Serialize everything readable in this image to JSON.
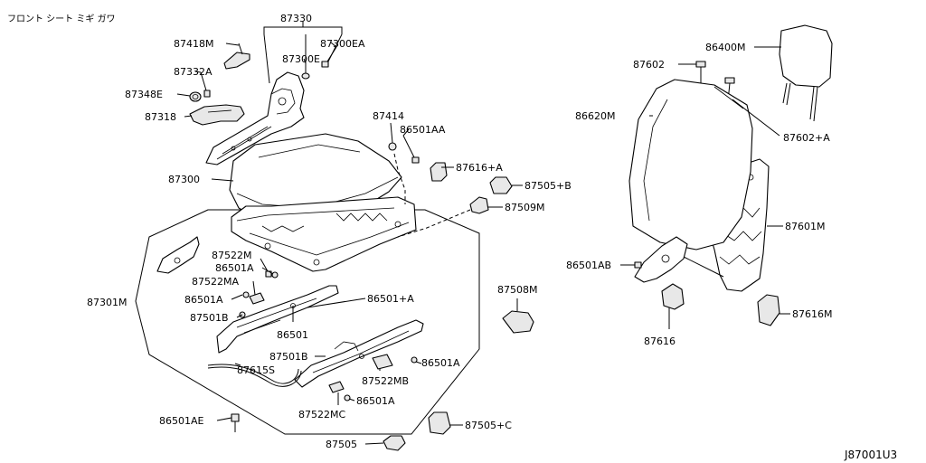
{
  "header_text": "フロント シート ミギ ガワ",
  "diagram_code": "J87001U3",
  "labels": {
    "p87330": "87330",
    "p87418M": "87418M",
    "p87300EA": "87300EA",
    "p87300E": "87300E",
    "p87332A": "87332A",
    "p87348E": "87348E",
    "p87318": "87318",
    "p87414": "87414",
    "p86501AA": "86501AA",
    "p87616A": "87616+A",
    "p87300": "87300",
    "p87505B": "87505+B",
    "p87509M": "87509M",
    "p87522M": "87522M",
    "p86501A_1": "86501A",
    "p87522MA": "87522MA",
    "p86501A_2": "86501A",
    "p87301M": "87301M",
    "p86501A_plus": "86501+A",
    "p87501B_1": "87501B",
    "p86501": "86501",
    "p87508M": "87508M",
    "p87501B_2": "87501B",
    "p86501A_3": "86501A",
    "p87615S": "87615S",
    "p87522MB": "87522MB",
    "p86501A_4": "86501A",
    "p87522MC": "87522MC",
    "p86501AE": "86501AE",
    "p87505C": "87505+C",
    "p87505": "87505",
    "p86400M": "86400M",
    "p87602": "87602",
    "p86620M": "86620M",
    "p87602A": "87602+A",
    "p87601M": "87601M",
    "p86501AB": "86501AB",
    "p87616": "87616",
    "p87616M": "87616M"
  }
}
